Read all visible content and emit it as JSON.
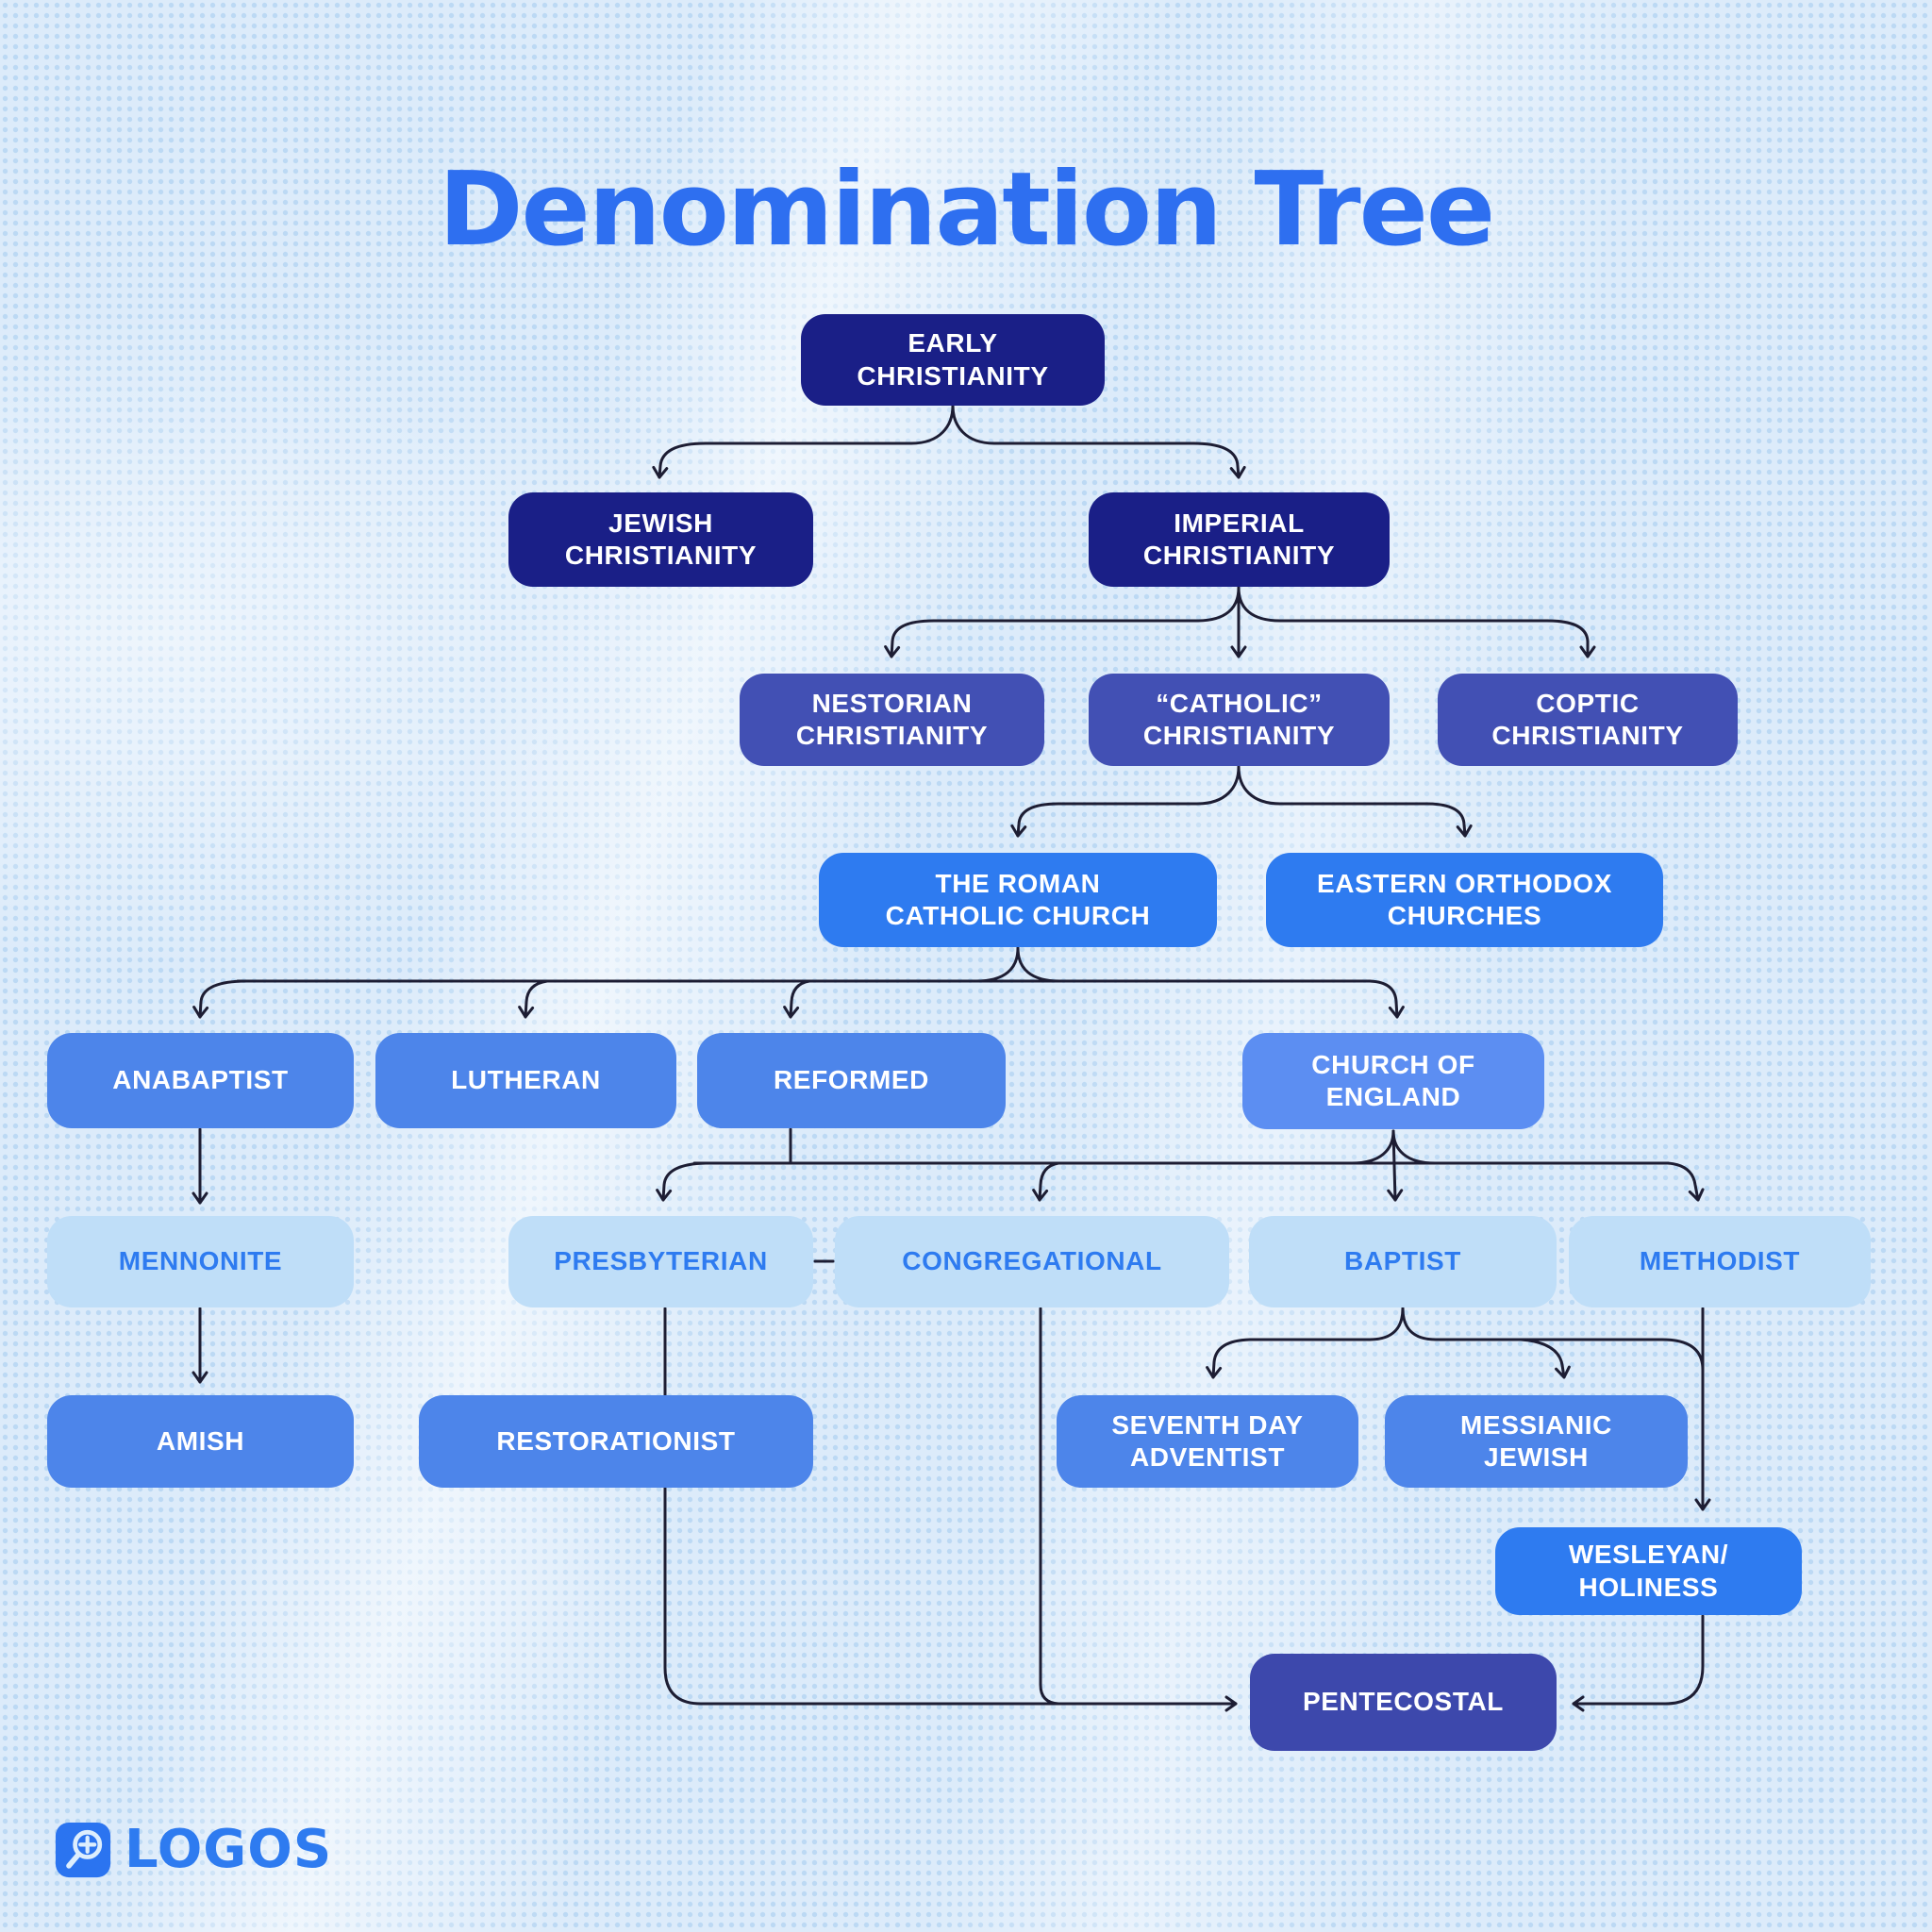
{
  "title": "Denomination Tree",
  "logo": {
    "brand": "LOGOS"
  },
  "colors": {
    "background": "#dcebfa",
    "dot": "#bcd9f4",
    "title": "#2e6ff0",
    "line": "#1d1d33",
    "navy": "#1a1f87",
    "indigo": "#4250b4",
    "bright": "#2e7bf0",
    "mid": "#4d85ea",
    "coe": "#5c8ef2",
    "pente": "#3d48ac",
    "light_bg": "#bfdef8",
    "light_text": "#2e7bf0"
  },
  "nodes": [
    {
      "id": "early",
      "label": "EARLY\nCHRISTIANITY",
      "tier": "navy"
    },
    {
      "id": "jewish",
      "label": "JEWISH\nCHRISTIANITY",
      "tier": "navy"
    },
    {
      "id": "imperial",
      "label": "IMPERIAL\nCHRISTIANITY",
      "tier": "navy"
    },
    {
      "id": "nestorian",
      "label": "NESTORIAN\nCHRISTIANITY",
      "tier": "indigo"
    },
    {
      "id": "catholic",
      "label": "“CATHOLIC”\nCHRISTIANITY",
      "tier": "indigo"
    },
    {
      "id": "coptic",
      "label": "COPTIC\nCHRISTIANITY",
      "tier": "indigo"
    },
    {
      "id": "rcc",
      "label": "THE ROMAN\nCATHOLIC CHURCH",
      "tier": "bright"
    },
    {
      "id": "eoc",
      "label": "EASTERN ORTHODOX\nCHURCHES",
      "tier": "bright"
    },
    {
      "id": "anabaptist",
      "label": "ANABAPTIST",
      "tier": "mid"
    },
    {
      "id": "lutheran",
      "label": "LUTHERAN",
      "tier": "mid"
    },
    {
      "id": "reformed",
      "label": "REFORMED",
      "tier": "mid"
    },
    {
      "id": "coe",
      "label": "CHURCH OF\nENGLAND",
      "tier": "coe"
    },
    {
      "id": "mennonite",
      "label": "MENNONITE",
      "tier": "light"
    },
    {
      "id": "presbyterian",
      "label": "PRESBYTERIAN",
      "tier": "light"
    },
    {
      "id": "congregational",
      "label": "CONGREGATIONAL",
      "tier": "light"
    },
    {
      "id": "baptist",
      "label": "BAPTIST",
      "tier": "light"
    },
    {
      "id": "methodist",
      "label": "METHODIST",
      "tier": "light"
    },
    {
      "id": "amish",
      "label": "AMISH",
      "tier": "mid"
    },
    {
      "id": "restorationist",
      "label": "RESTORATIONIST",
      "tier": "mid"
    },
    {
      "id": "sda",
      "label": "SEVENTH DAY\nADVENTIST",
      "tier": "mid"
    },
    {
      "id": "mj",
      "label": "MESSIANIC\nJEWISH",
      "tier": "mid"
    },
    {
      "id": "wesleyan",
      "label": "WESLEYAN/\nHOLINESS",
      "tier": "bright"
    },
    {
      "id": "pentecostal",
      "label": "PENTECOSTAL",
      "tier": "pente"
    }
  ]
}
